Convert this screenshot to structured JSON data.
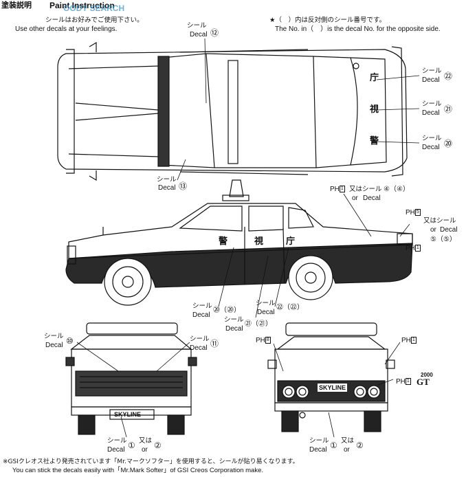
{
  "header": {
    "jp_title": "塗装説明",
    "en_title": "Paint Instruction",
    "watermark": "OODY SEARCH",
    "jp_note_left": "シールはお好みでご使用下さい。",
    "en_note_left": "Use other decals at your feelings.",
    "jp_note_right": "★（　）内は反対側のシール番号です。",
    "en_note_right": "The No. in（　）is the decal No. for the opposite side."
  },
  "top_view": {
    "decal_12": {
      "jp": "シール",
      "en": "Decal",
      "num": "⑫"
    },
    "decal_13": {
      "jp": "シール",
      "en": "Decal",
      "num": "⑬"
    },
    "decal_22": {
      "jp": "シール",
      "en": "Decal",
      "num": "㉒"
    },
    "decal_21": {
      "jp": "シール",
      "en": "Decal",
      "num": "㉑"
    },
    "decal_20": {
      "jp": "シール",
      "en": "Decal",
      "num": "⑳"
    },
    "roof_chars": [
      "庁",
      "視",
      "警"
    ]
  },
  "side_view": {
    "ph_front": {
      "ph": "PH",
      "num": "1",
      "jp": "又はシール",
      "or": "or",
      "en": "Decal",
      "nums": "④（④）"
    },
    "ph_rear_top": {
      "ph": "PH",
      "num": "5",
      "jp": "又はシール",
      "or": "or",
      "en": "Decal",
      "nums": "⑤（⑤）"
    },
    "ph_rear_bottom": {
      "ph": "PH",
      "num": "1"
    },
    "door_chars": [
      "警",
      "視",
      "庁"
    ],
    "decal_20": {
      "jp": "シール",
      "en": "Decal",
      "nums": "⑳（⑳）"
    },
    "decal_21": {
      "jp": "シール",
      "en": "Decal",
      "nums": "㉑（㉑）"
    },
    "decal_22": {
      "jp": "シール",
      "en": "Decal",
      "nums": "㉒（㉒）"
    }
  },
  "front_view": {
    "decal_10": {
      "jp": "シール",
      "en": "Decal",
      "num": "⑩"
    },
    "decal_11": {
      "jp": "シール",
      "en": "Decal",
      "num": "⑪"
    },
    "plate": "SKYLINE",
    "bottom": {
      "jp": "シール",
      "en": "Decal",
      "n1": "①",
      "jp_or": "又は",
      "or": "or",
      "n2": "②"
    }
  },
  "rear_view": {
    "ph_8": {
      "ph": "PH",
      "num": "8"
    },
    "ph_1a": {
      "ph": "PH",
      "num": "1"
    },
    "ph_1b": {
      "ph": "PH",
      "num": "1"
    },
    "badge_2000": "2000",
    "badge_gt": "GT",
    "plate": "SKYLINE",
    "bottom": {
      "jp": "シール",
      "en": "Decal",
      "n1": "①",
      "jp_or": "又は",
      "or": "or",
      "n2": "②"
    }
  },
  "footer": {
    "jp": "※GSIクレオス社より発売されています「Mr.マークソフター」を使用すると、シールが貼り易くなります。",
    "en": "You can stick the decals easily with「Mr.Mark Softer」of GSI Creos Corporation make."
  }
}
